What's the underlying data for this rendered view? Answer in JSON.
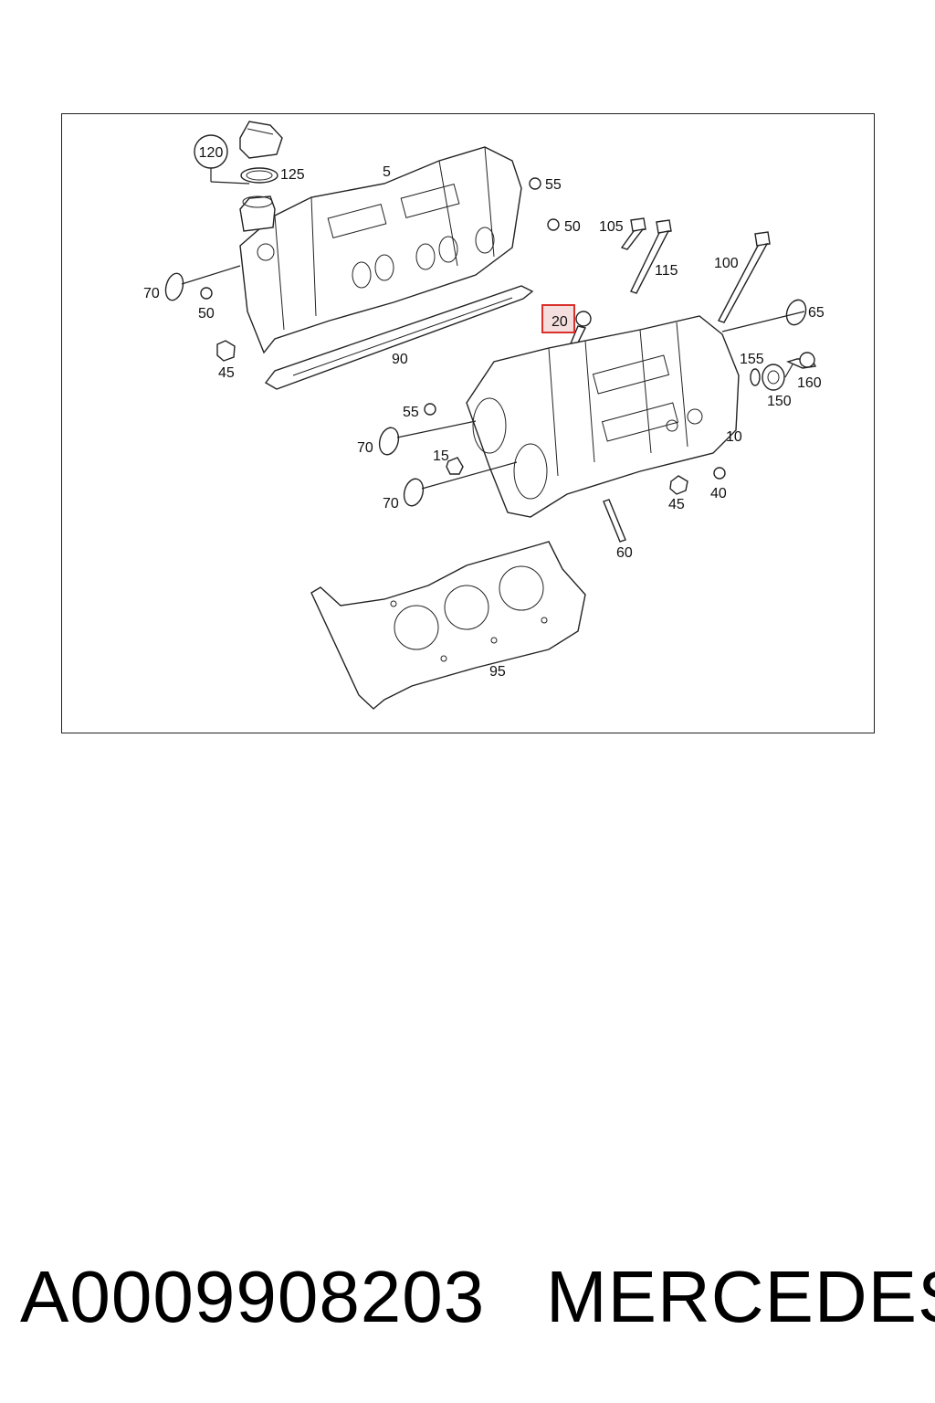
{
  "diagram": {
    "callouts": {
      "c120": "120",
      "c125": "125",
      "c5": "5",
      "c55a": "55",
      "c50a": "50",
      "c105": "105",
      "c115": "115",
      "c100": "100",
      "c65": "65",
      "c70a": "70",
      "c50b": "50",
      "c20": "20",
      "c45a": "45",
      "c90": "90",
      "c155": "155",
      "c160": "160",
      "c150": "150",
      "c55b": "55",
      "c70b": "70",
      "c15": "15",
      "c10": "10",
      "c70c": "70",
      "c45b": "45",
      "c40": "40",
      "c60": "60",
      "c95": "95"
    },
    "highlighted_callout": "20",
    "highlight_color": "#d9302c"
  },
  "footer": {
    "part_number": "A0009908203",
    "brand": "MERCEDES"
  }
}
